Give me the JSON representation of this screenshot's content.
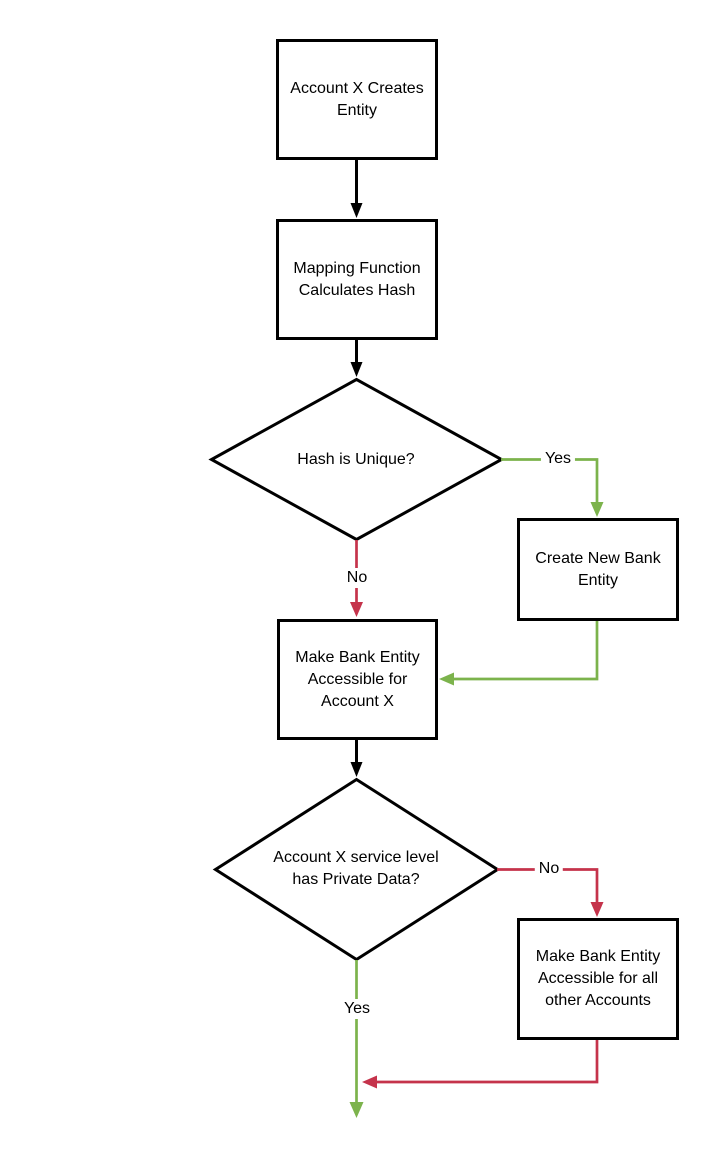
{
  "colors": {
    "black": "#000000",
    "green": "#7CB34C",
    "red": "#C5334B",
    "background": "#FFFFFF"
  },
  "flowchart": {
    "nodes": {
      "start": {
        "label": [
          "Account X Creates",
          "Entity"
        ]
      },
      "mapping": {
        "label": [
          "Mapping Function",
          "Calculates Hash"
        ]
      },
      "hash_unique": {
        "label": "Hash is Unique?"
      },
      "create_entity": {
        "label": [
          "Create New Bank",
          "Entity"
        ]
      },
      "make_accessible_x": {
        "label": [
          "Make Bank Entity",
          "Accessible for",
          "Account X"
        ]
      },
      "private_data": {
        "label": [
          "Account X service level",
          "has Private Data?"
        ]
      },
      "make_accessible_all": {
        "label": [
          "Make Bank Entity",
          "Accessible for all",
          "other Accounts"
        ]
      }
    },
    "edge_labels": {
      "hash_yes": "Yes",
      "hash_no": "No",
      "private_no": "No",
      "private_yes": "Yes"
    }
  }
}
